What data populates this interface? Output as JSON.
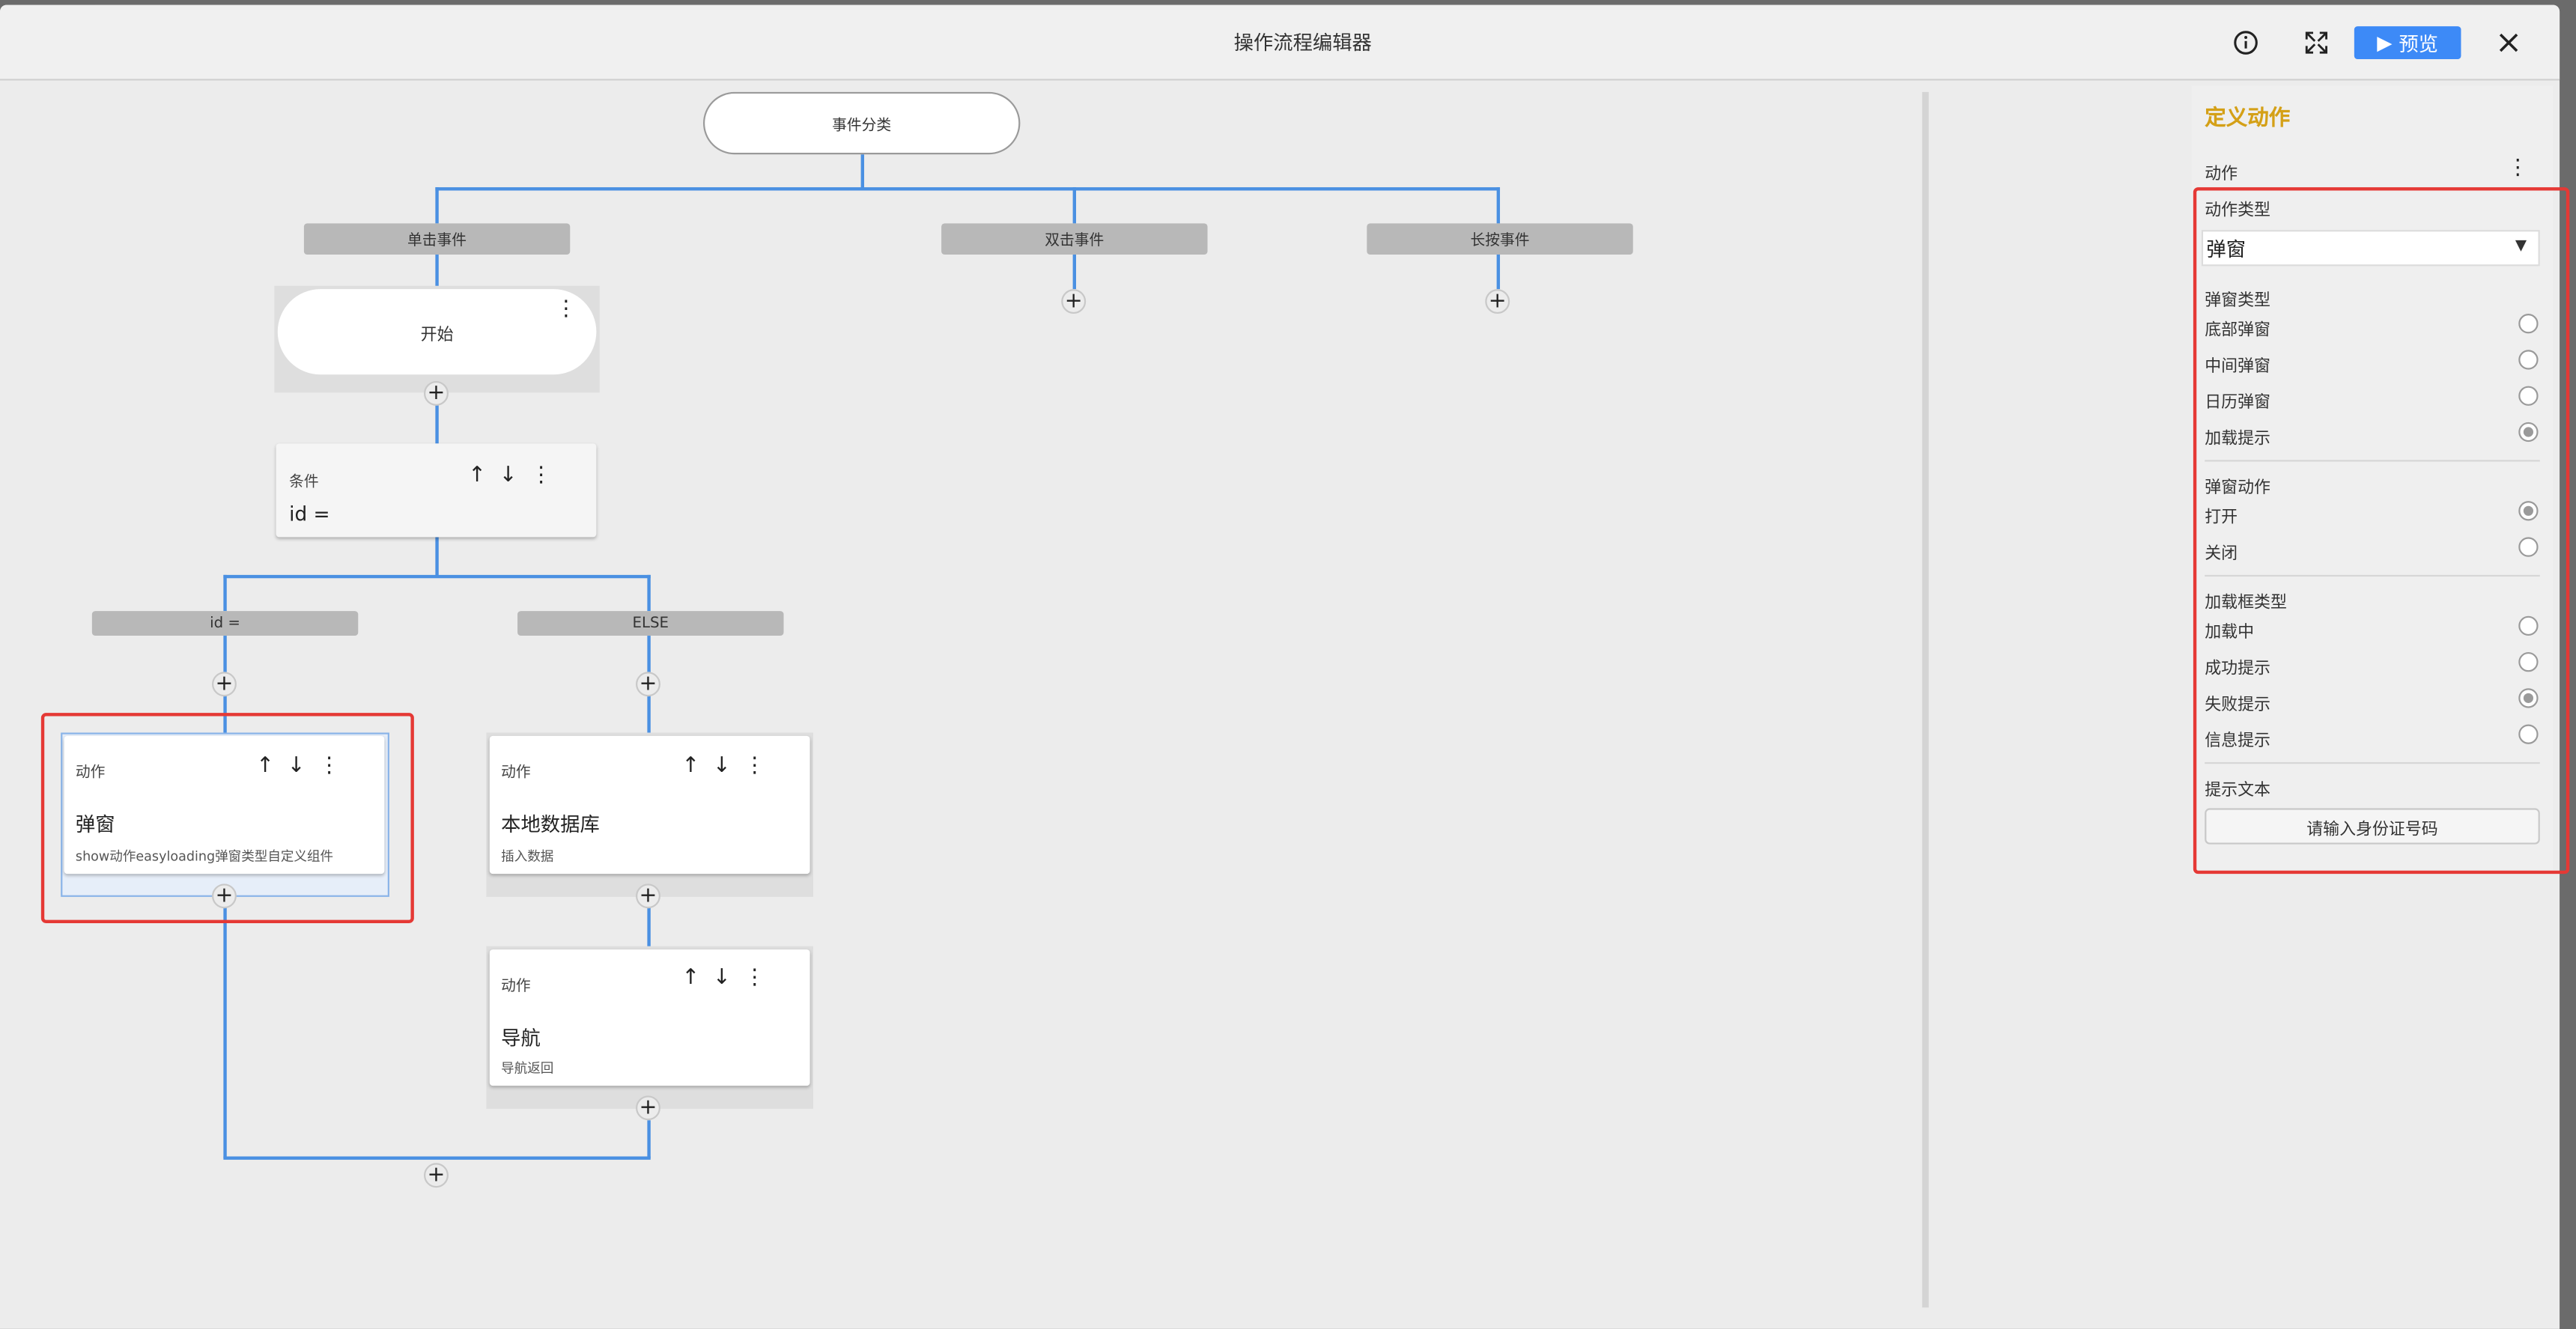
{
  "window": {
    "title": "操作流程编辑器",
    "preview_label": "预览"
  },
  "flow": {
    "root": "事件分类",
    "branches": [
      "单击事件",
      "双击事件",
      "长按事件"
    ],
    "start": "开始",
    "condition": {
      "label": "条件",
      "expr": "id ="
    },
    "cond_branches": [
      "id =",
      "ELSE"
    ],
    "actions": [
      {
        "label": "动作",
        "title": "弹窗",
        "sub": "show动作easyloading弹窗类型自定义组件"
      },
      {
        "label": "动作",
        "title": "本地数据库",
        "sub": "插入数据"
      },
      {
        "label": "动作",
        "title": "导航",
        "sub": "导航返回"
      }
    ]
  },
  "panel": {
    "title": "定义动作",
    "action_label": "动作",
    "action_type_label": "动作类型",
    "action_type_value": "弹窗",
    "popup_type_label": "弹窗类型",
    "popup_types": [
      {
        "label": "底部弹窗",
        "selected": false
      },
      {
        "label": "中间弹窗",
        "selected": false
      },
      {
        "label": "日历弹窗",
        "selected": false
      },
      {
        "label": "加载提示",
        "selected": true
      }
    ],
    "popup_action_label": "弹窗动作",
    "popup_actions": [
      {
        "label": "打开",
        "selected": true
      },
      {
        "label": "关闭",
        "selected": false
      }
    ],
    "loading_type_label": "加载框类型",
    "loading_types": [
      {
        "label": "加载中",
        "selected": false
      },
      {
        "label": "成功提示",
        "selected": false
      },
      {
        "label": "失败提示",
        "selected": true
      },
      {
        "label": "信息提示",
        "selected": false
      }
    ],
    "tip_text_label": "提示文本",
    "tip_text_value": "请输入身份证号码"
  },
  "colors": {
    "accent": "#3d8af7",
    "connector": "#4a90e2",
    "highlight": "#e53935",
    "panel_title": "#d4a017"
  }
}
